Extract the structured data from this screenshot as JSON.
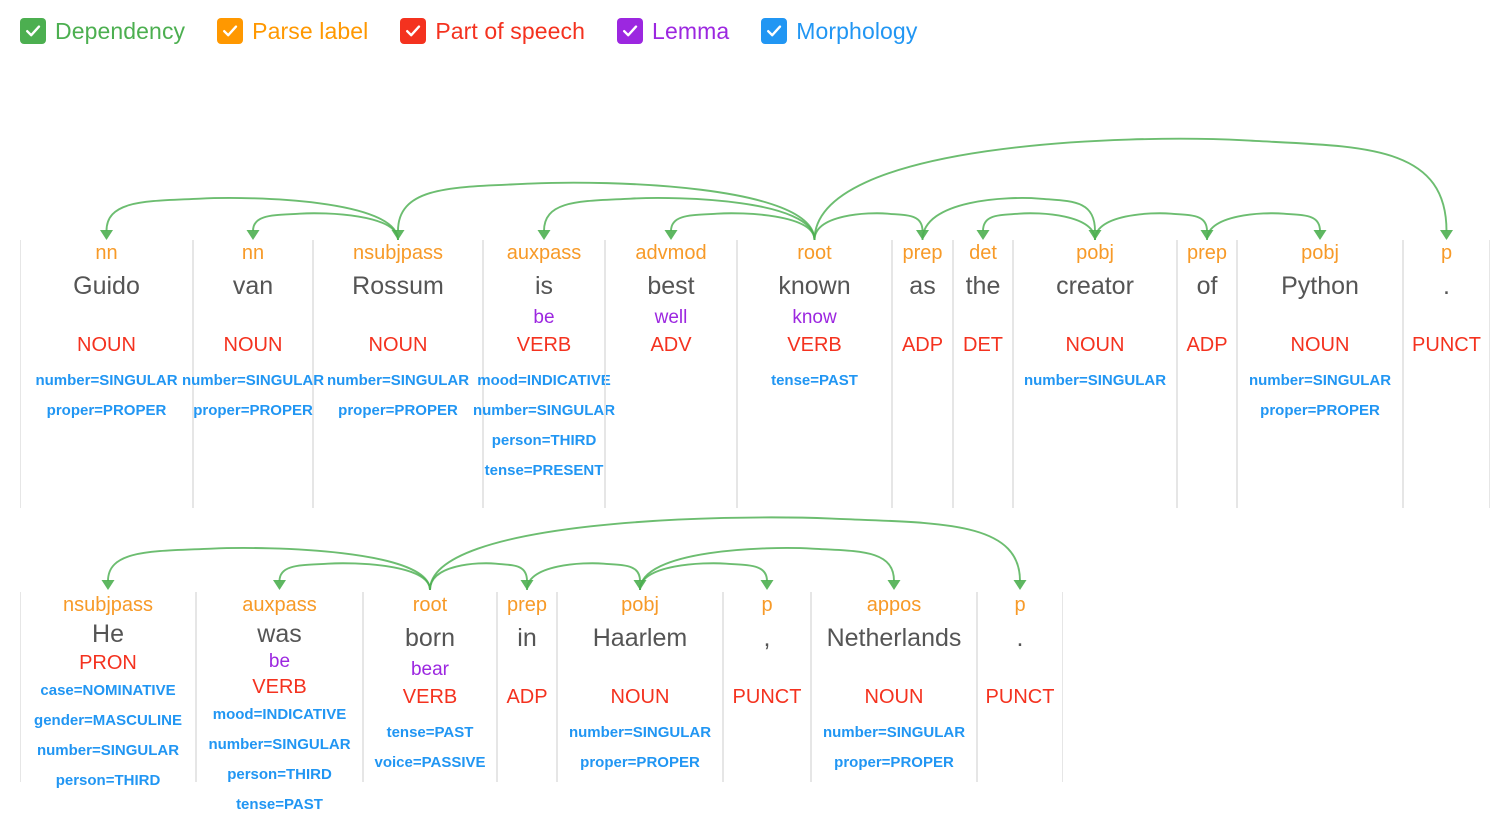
{
  "legend": {
    "items": [
      {
        "label": "Dependency",
        "color": "#4caf50",
        "icon": "checkbox-checked-icon",
        "checked": true
      },
      {
        "label": "Parse label",
        "color": "#ff9800",
        "icon": "checkbox-checked-icon",
        "checked": true
      },
      {
        "label": "Part of speech",
        "color": "#f4321f",
        "icon": "checkbox-checked-icon",
        "checked": true
      },
      {
        "label": "Lemma",
        "color": "#9c27e0",
        "icon": "checkbox-checked-icon",
        "checked": true
      },
      {
        "label": "Morphology",
        "color": "#2196f3",
        "icon": "checkbox-checked-icon",
        "checked": true
      }
    ]
  },
  "colors": {
    "dependency": "#4caf50",
    "parse_label": "#f79a28",
    "part_of_speech": "#f4321f",
    "lemma": "#9c27e0",
    "morphology": "#2196f3",
    "word": "#555555",
    "divider": "#e6e6e6"
  },
  "sentences": [
    {
      "row": 1,
      "tokens": [
        {
          "dep": "nn",
          "word": "Guido",
          "lemma": "",
          "pos": "NOUN",
          "morph": [
            "number=SINGULAR",
            "proper=PROPER"
          ]
        },
        {
          "dep": "nn",
          "word": "van",
          "lemma": "",
          "pos": "NOUN",
          "morph": [
            "number=SINGULAR",
            "proper=PROPER"
          ]
        },
        {
          "dep": "nsubjpass",
          "word": "Rossum",
          "lemma": "",
          "pos": "NOUN",
          "morph": [
            "number=SINGULAR",
            "proper=PROPER"
          ]
        },
        {
          "dep": "auxpass",
          "word": "is",
          "lemma": "be",
          "pos": "VERB",
          "morph": [
            "mood=INDICATIVE",
            "number=SINGULAR",
            "person=THIRD",
            "tense=PRESENT"
          ]
        },
        {
          "dep": "advmod",
          "word": "best",
          "lemma": "well",
          "pos": "ADV",
          "morph": []
        },
        {
          "dep": "root",
          "word": "known",
          "lemma": "know",
          "pos": "VERB",
          "morph": [
            "tense=PAST"
          ]
        },
        {
          "dep": "prep",
          "word": "as",
          "lemma": "",
          "pos": "ADP",
          "morph": []
        },
        {
          "dep": "det",
          "word": "the",
          "lemma": "",
          "pos": "DET",
          "morph": []
        },
        {
          "dep": "pobj",
          "word": "creator",
          "lemma": "",
          "pos": "NOUN",
          "morph": [
            "number=SINGULAR"
          ]
        },
        {
          "dep": "prep",
          "word": "of",
          "lemma": "",
          "pos": "ADP",
          "morph": []
        },
        {
          "dep": "pobj",
          "word": "Python",
          "lemma": "",
          "pos": "NOUN",
          "morph": [
            "number=SINGULAR",
            "proper=PROPER"
          ]
        },
        {
          "dep": "p",
          "word": ".",
          "lemma": "",
          "pos": "PUNCT",
          "morph": []
        }
      ],
      "arcs": [
        {
          "head": 2,
          "dep": 0,
          "label": "nn"
        },
        {
          "head": 2,
          "dep": 1,
          "label": "nn"
        },
        {
          "head": 5,
          "dep": 2,
          "label": "nsubjpass"
        },
        {
          "head": 5,
          "dep": 3,
          "label": "auxpass"
        },
        {
          "head": 5,
          "dep": 4,
          "label": "advmod"
        },
        {
          "head": 5,
          "dep": 6,
          "label": "prep"
        },
        {
          "head": 8,
          "dep": 7,
          "label": "det"
        },
        {
          "head": 6,
          "dep": 8,
          "label": "pobj"
        },
        {
          "head": 8,
          "dep": 9,
          "label": "prep"
        },
        {
          "head": 9,
          "dep": 10,
          "label": "pobj"
        },
        {
          "head": 5,
          "dep": 11,
          "label": "p"
        }
      ]
    },
    {
      "row": 2,
      "tokens": [
        {
          "dep": "nsubjpass",
          "word": "He",
          "lemma": "",
          "pos": "PRON",
          "morph": [
            "case=NOMINATIVE",
            "gender=MASCULINE",
            "number=SINGULAR",
            "person=THIRD"
          ]
        },
        {
          "dep": "auxpass",
          "word": "was",
          "lemma": "be",
          "pos": "VERB",
          "morph": [
            "mood=INDICATIVE",
            "number=SINGULAR",
            "person=THIRD",
            "tense=PAST"
          ]
        },
        {
          "dep": "root",
          "word": "born",
          "lemma": "bear",
          "pos": "VERB",
          "morph": [
            "tense=PAST",
            "voice=PASSIVE"
          ]
        },
        {
          "dep": "prep",
          "word": "in",
          "lemma": "",
          "pos": "ADP",
          "morph": []
        },
        {
          "dep": "pobj",
          "word": "Haarlem",
          "lemma": "",
          "pos": "NOUN",
          "morph": [
            "number=SINGULAR",
            "proper=PROPER"
          ]
        },
        {
          "dep": "p",
          "word": ",",
          "lemma": "",
          "pos": "PUNCT",
          "morph": []
        },
        {
          "dep": "appos",
          "word": "Netherlands",
          "lemma": "",
          "pos": "NOUN",
          "morph": [
            "number=SINGULAR",
            "proper=PROPER"
          ]
        },
        {
          "dep": "p",
          "word": ".",
          "lemma": "",
          "pos": "PUNCT",
          "morph": []
        }
      ],
      "arcs": [
        {
          "head": 2,
          "dep": 0,
          "label": "nsubjpass"
        },
        {
          "head": 2,
          "dep": 1,
          "label": "auxpass"
        },
        {
          "head": 2,
          "dep": 3,
          "label": "prep"
        },
        {
          "head": 3,
          "dep": 4,
          "label": "pobj"
        },
        {
          "head": 4,
          "dep": 5,
          "label": "p"
        },
        {
          "head": 4,
          "dep": 6,
          "label": "appos"
        },
        {
          "head": 2,
          "dep": 7,
          "label": "p"
        }
      ]
    }
  ]
}
